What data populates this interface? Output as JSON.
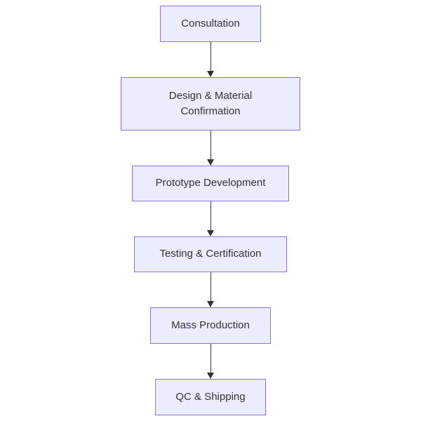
{
  "diagram": {
    "type": "flowchart",
    "direction": "top-down",
    "colors": {
      "background": "#ffffff",
      "node_fill": "#ECECFF",
      "node_border": "#9370DB",
      "text_color": "#333333",
      "arrow_color": "#333333"
    },
    "nodes": [
      {
        "id": "consultation",
        "label": "Consultation"
      },
      {
        "id": "design-material-confirmation",
        "label": "Design & Material Confirmation"
      },
      {
        "id": "prototype-development",
        "label": "Prototype Development"
      },
      {
        "id": "testing-certification",
        "label": "Testing & Certification"
      },
      {
        "id": "mass-production",
        "label": "Mass Production"
      },
      {
        "id": "qc-shipping",
        "label": "QC & Shipping"
      }
    ],
    "edges": [
      {
        "from": "consultation",
        "to": "design-material-confirmation"
      },
      {
        "from": "design-material-confirmation",
        "to": "prototype-development"
      },
      {
        "from": "prototype-development",
        "to": "testing-certification"
      },
      {
        "from": "testing-certification",
        "to": "mass-production"
      },
      {
        "from": "mass-production",
        "to": "qc-shipping"
      }
    ]
  }
}
